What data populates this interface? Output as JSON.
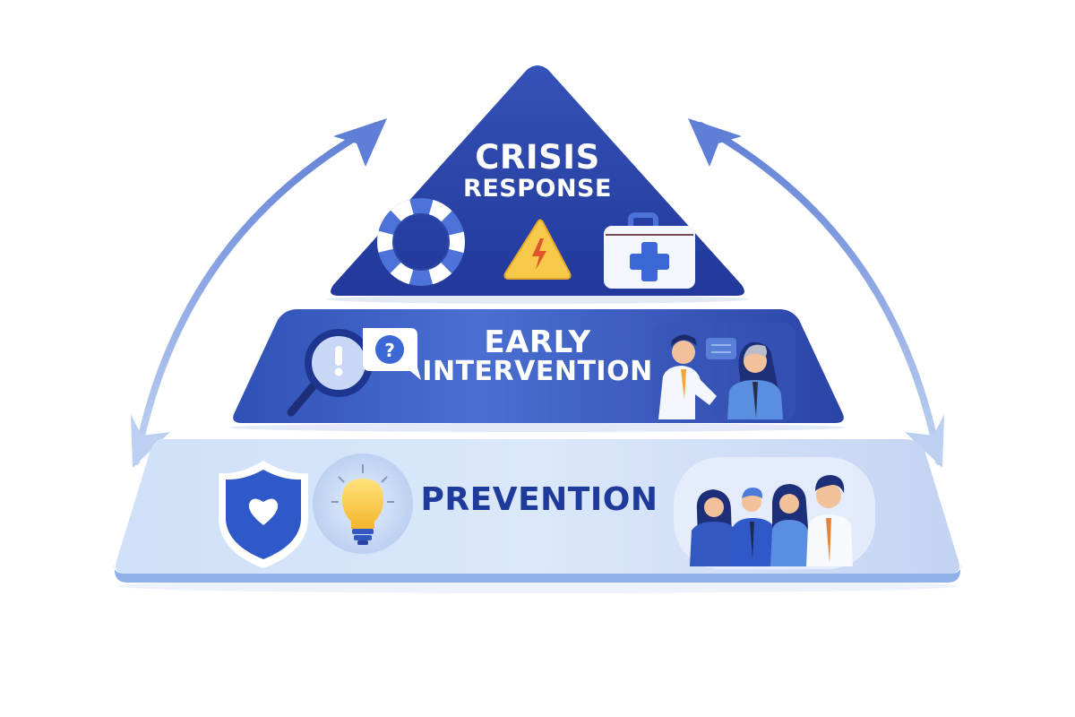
{
  "diagram": {
    "type": "tiered-pyramid",
    "tiers": [
      {
        "level": 1,
        "position": "top",
        "title_line1": "CRISIS",
        "title_line2": "RESPONSE",
        "color": "#2c45a8",
        "icons": [
          "lifebuoy-icon",
          "warning-lightning-icon",
          "first-aid-kit-icon"
        ]
      },
      {
        "level": 2,
        "position": "middle",
        "title_line1": "EARLY",
        "title_line2": "INTERVENTION",
        "color": "#3a5bc4",
        "icons": [
          "magnifier-exclamation-icon",
          "question-speech-bubble-icon",
          "counselor-and-client-illustration"
        ]
      },
      {
        "level": 3,
        "position": "bottom",
        "title_line1": "PREVENTION",
        "color": "#c9dbf6",
        "text_color": "#1e3a9a",
        "icons": [
          "shield-heart-icon",
          "lightbulb-icon",
          "team-group-illustration"
        ]
      }
    ],
    "arrows": [
      {
        "side": "left",
        "direction": "bidirectional",
        "from": "bottom",
        "to": "top"
      },
      {
        "side": "right",
        "direction": "bidirectional",
        "from": "top",
        "to": "bottom"
      }
    ],
    "colors": {
      "arrow": "#6f8ad8",
      "arrow_light": "#b9caef",
      "top_tier": "#2c45a8",
      "middle_tier": "#3b5cc6",
      "bottom_tier": "#cfdff7",
      "warning_yellow": "#f7c948",
      "accent_orange": "#e1843c"
    }
  }
}
